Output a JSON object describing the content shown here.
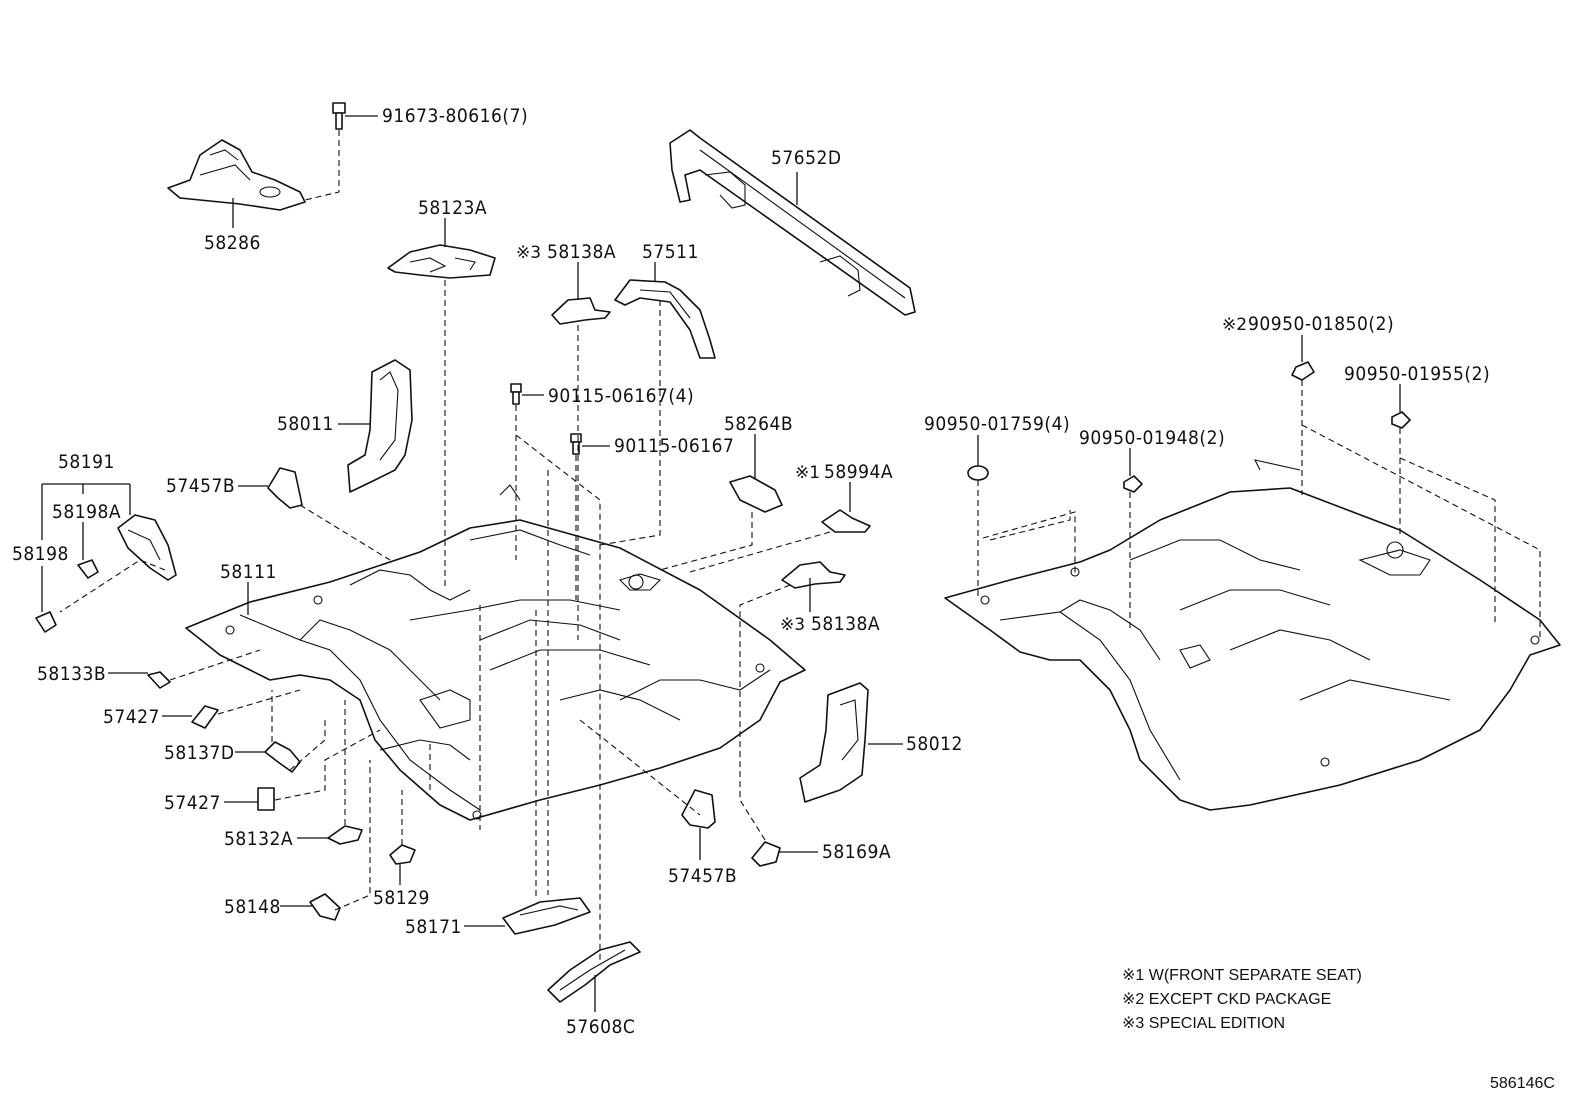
{
  "parts": {
    "p91673": "91673-80616(7)",
    "p58286": "58286",
    "p57652D": "57652D",
    "p58123A": "58123A",
    "p58138A_top": "58138A",
    "p57511": "57511",
    "p58011": "58011",
    "p90115_4": "90115-06167(4)",
    "p90115": "90115-06167",
    "p58264B": "58264B",
    "p58994A": "58994A",
    "p58191": "58191",
    "p58198A": "58198A",
    "p58198": "58198",
    "p57457B_left": "57457B",
    "p58111": "58111",
    "p58138A_right": "58138A",
    "p58133B": "58133B",
    "p57427_a": "57427",
    "p58137D": "58137D",
    "p57427_b": "57427",
    "p58012": "58012",
    "p58132A": "58132A",
    "p58169A": "58169A",
    "p57457B_bottom": "57457B",
    "p58148": "58148",
    "p58129": "58129",
    "p58171": "58171",
    "p57608C": "57608C",
    "p90950_01850": "90950-01850(2)",
    "p90950_01955": "90950-01955(2)",
    "p90950_01759": "90950-01759(4)",
    "p90950_01948": "90950-01948(2)"
  },
  "markers": {
    "m1": "※1",
    "m2": "※2",
    "m3": "※3"
  },
  "notes": [
    "※1 W(FRONT SEPARATE SEAT)",
    "※2 EXCEPT CKD PACKAGE",
    "※3 SPECIAL EDITION"
  ],
  "reference_code": "586146C"
}
